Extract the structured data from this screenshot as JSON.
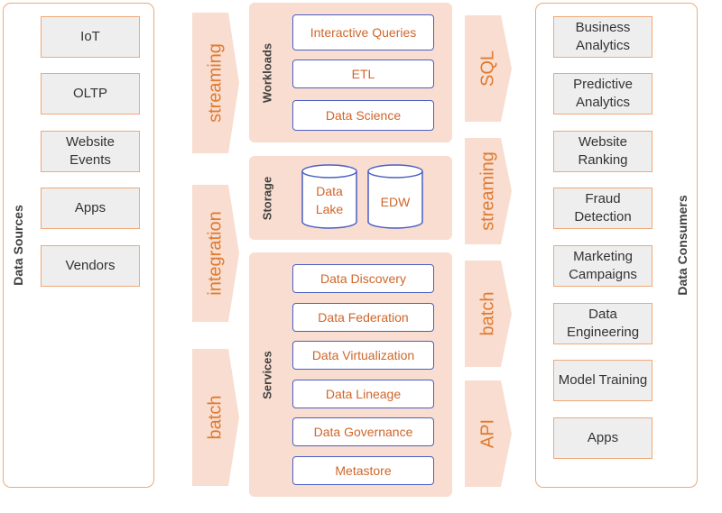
{
  "sources": {
    "title": "Data Sources",
    "items": [
      "IoT",
      "OLTP",
      "Website Events",
      "Apps",
      "Vendors"
    ]
  },
  "ingest_arrows": [
    "streaming",
    "integration",
    "batch"
  ],
  "platform": {
    "workloads": {
      "label": "Workloads",
      "items": [
        "Interactive Queries",
        "ETL",
        "Data Science"
      ]
    },
    "storage": {
      "label": "Storage",
      "items": [
        "Data Lake",
        "EDW"
      ]
    },
    "services": {
      "label": "Services",
      "items": [
        "Data Discovery",
        "Data Federation",
        "Data Virtualization",
        "Data Lineage",
        "Data Governance",
        "Metastore"
      ]
    }
  },
  "output_arrows": [
    "SQL",
    "streaming",
    "batch",
    "API"
  ],
  "consumers": {
    "title": "Data Consumers",
    "items": [
      "Business Analytics",
      "Predictive Analytics",
      "Website Ranking",
      "Fraud Detection",
      "Marketing Campaigns",
      "Data Engineering",
      "Model Training",
      "Apps"
    ]
  },
  "colors": {
    "accent": "#e07a30",
    "arrow_fill": "#f8ddd0",
    "section_fill": "#f8ddd0",
    "panel_border": "#f0a878",
    "box_border_blue": "#4a5fc4"
  }
}
